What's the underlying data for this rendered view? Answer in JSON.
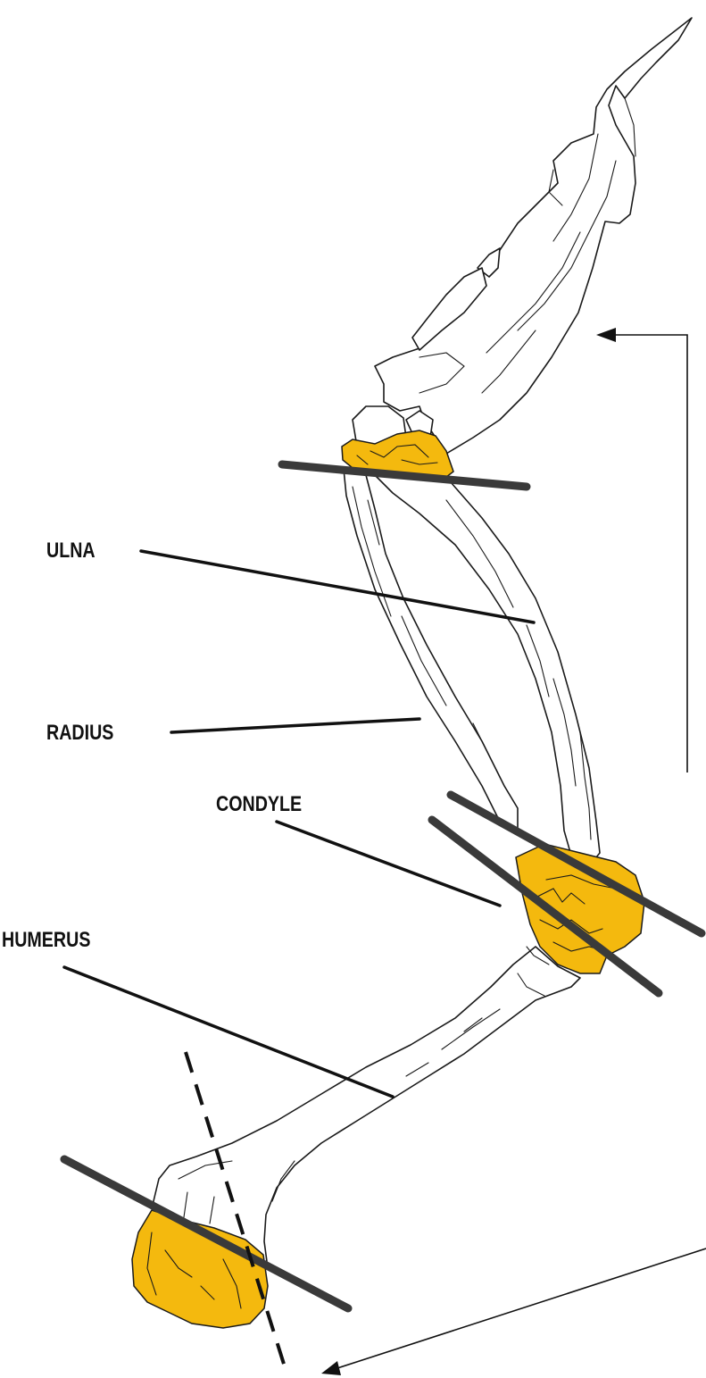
{
  "labels": {
    "ulna": "ULNA",
    "radius": "RADIUS",
    "condyle": "CONDYLE",
    "humerus": "HUMERUS"
  },
  "colors": {
    "cartilage": "#f4b90e",
    "cut_line": "#3a3a3a",
    "outline": "#1a1a1a",
    "background": "#ffffff"
  }
}
